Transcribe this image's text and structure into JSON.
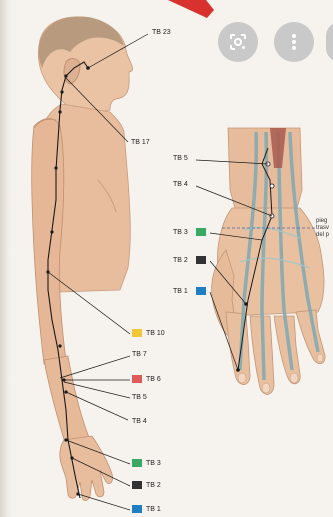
{
  "overlay": {
    "buttons": [
      {
        "name": "lens-search-button",
        "icon": "lens-icon"
      },
      {
        "name": "more-options-button",
        "icon": "more-vertical-icon"
      },
      {
        "name": "partial-button",
        "icon": ""
      }
    ]
  },
  "colors": {
    "tb10": "#f0c63a",
    "tb6": "#e05a5a",
    "tb3": "#3aa865",
    "tb2": "#333333",
    "tb1": "#1e7fc2",
    "meridian": "#1a1a1a",
    "skin": "#e7bd9e"
  },
  "body_labels": {
    "tb23": "TB 23",
    "tb17": "TB 17",
    "tb10": "TB 10",
    "tb7": "TB 7",
    "tb6": "TB 6",
    "tb5": "TB 5",
    "tb4": "TB 4",
    "tb3": "TB 3",
    "tb2": "TB 2",
    "tb1": "TB 1"
  },
  "hand_labels": {
    "tb5": "TB 5",
    "tb4": "TB 4",
    "tb3": "TB 3",
    "tb2": "TB 2",
    "tb1": "TB 1"
  },
  "side_note": {
    "line1": "pieg",
    "line2": "trasv",
    "line3": "del p"
  }
}
